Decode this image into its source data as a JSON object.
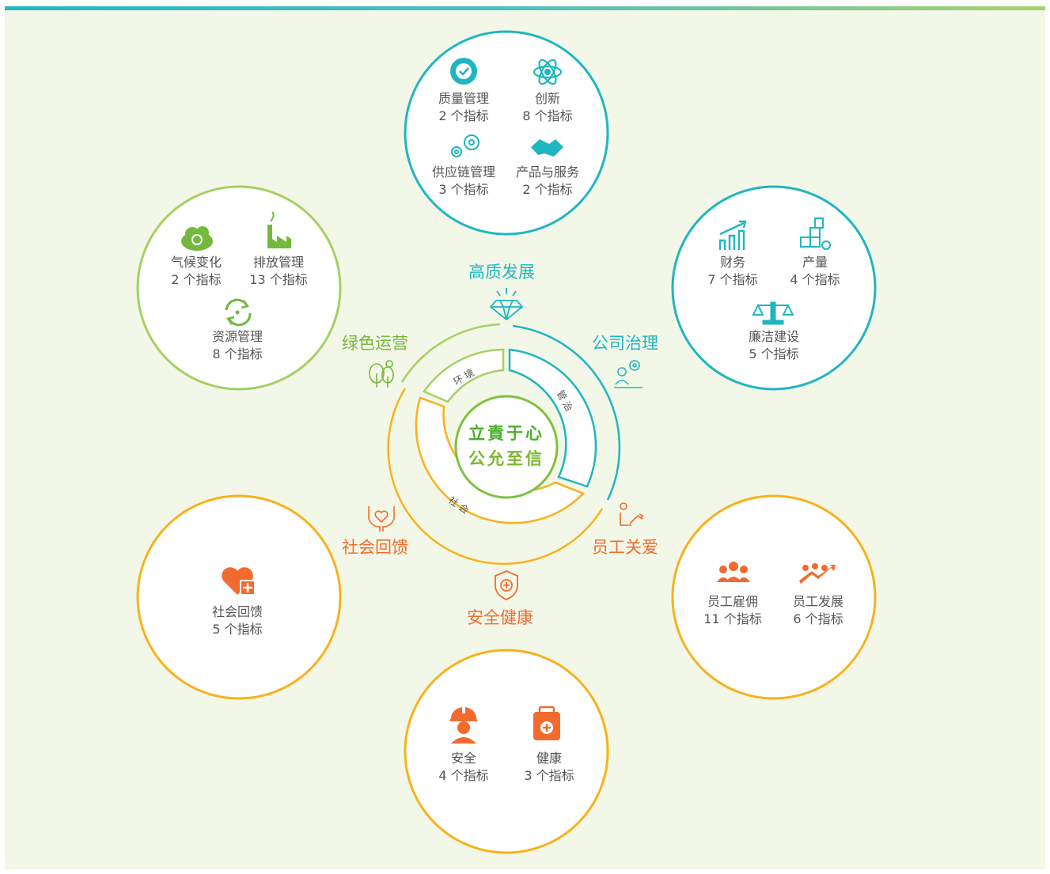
{
  "colors": {
    "governance": "#1fb6c1",
    "environment": "#74b83c",
    "social": "#f7b21b",
    "social_text": "#f26b2e",
    "panel_bg": "#f3f7e7"
  },
  "center": {
    "slogan_line1": "立責于心",
    "slogan_line2": "公允至信",
    "ring_environment": "环 境",
    "ring_governance": "管 治",
    "ring_social": "社 会"
  },
  "labels": {
    "quality": "高质发展",
    "governance": "公司治理",
    "green": "绿色运营",
    "community": "社会回馈",
    "employee": "员工关爱",
    "safety": "安全健康"
  },
  "groups": {
    "quality": {
      "items": [
        {
          "name": "质量管理",
          "count": "2 个指标",
          "icon": "badge-check-icon"
        },
        {
          "name": "创新",
          "count": "8 个指标",
          "icon": "atom-icon"
        },
        {
          "name": "供应链管理",
          "count": "3 个指标",
          "icon": "gears-icon"
        },
        {
          "name": "产品与服务",
          "count": "2 个指标",
          "icon": "handshake-icon"
        }
      ]
    },
    "governance": {
      "items": [
        {
          "name": "财务",
          "count": "7 个指标",
          "icon": "chart-growth-icon"
        },
        {
          "name": "产量",
          "count": "4 个指标",
          "icon": "boxes-gear-icon"
        },
        {
          "name": "廉洁建设",
          "count": "5 个指标",
          "icon": "scale-icon"
        }
      ]
    },
    "green": {
      "items": [
        {
          "name": "气候变化",
          "count": "2 个指标",
          "icon": "cloud-recycle-icon"
        },
        {
          "name": "排放管理",
          "count": "13 个指标",
          "icon": "factory-icon"
        },
        {
          "name": "资源管理",
          "count": "8 个指标",
          "icon": "cycle-icon"
        }
      ]
    },
    "community": {
      "items": [
        {
          "name": "社会回馈",
          "count": "5 个指标",
          "icon": "heart-plus-icon"
        }
      ]
    },
    "employee": {
      "items": [
        {
          "name": "员工雇佣",
          "count": "11 个指标",
          "icon": "people-icon"
        },
        {
          "name": "员工发展",
          "count": "6 个指标",
          "icon": "people-growth-icon"
        }
      ]
    },
    "safety": {
      "items": [
        {
          "name": "安全",
          "count": "4 个指标",
          "icon": "helmet-worker-icon"
        },
        {
          "name": "健康",
          "count": "3 个指标",
          "icon": "medical-kit-icon"
        }
      ]
    }
  }
}
